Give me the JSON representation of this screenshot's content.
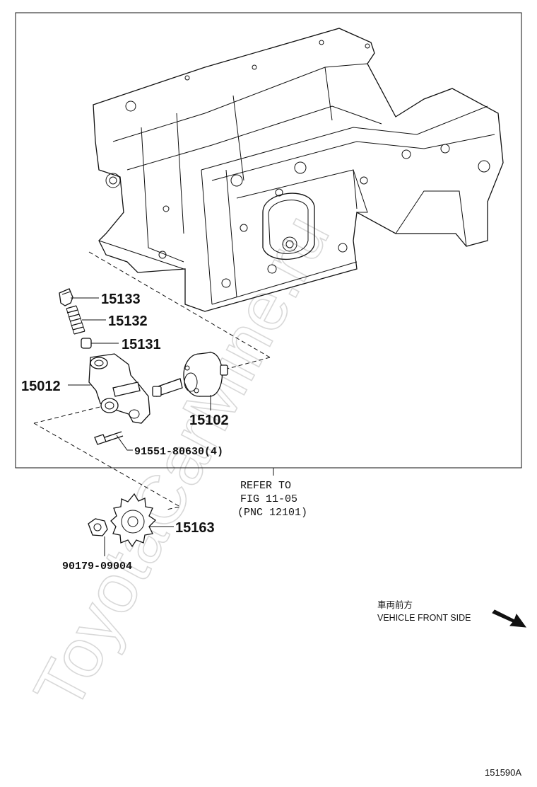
{
  "watermark": "ToyotaCarMine.ru",
  "parts": {
    "p15133": "15133",
    "p15132": "15132",
    "p15131": "15131",
    "p15012": "15012",
    "p15102": "15102",
    "p91551": "91551-80630(4)",
    "p15163": "15163",
    "p90179": "90179-09004"
  },
  "reference": {
    "line1": "REFER TO",
    "line2": "FIG 11-05",
    "line3": "(PNC 12101)"
  },
  "direction": {
    "japanese": "車両前方",
    "english": "VEHICLE FRONT SIDE"
  },
  "figure_id": "151590A"
}
